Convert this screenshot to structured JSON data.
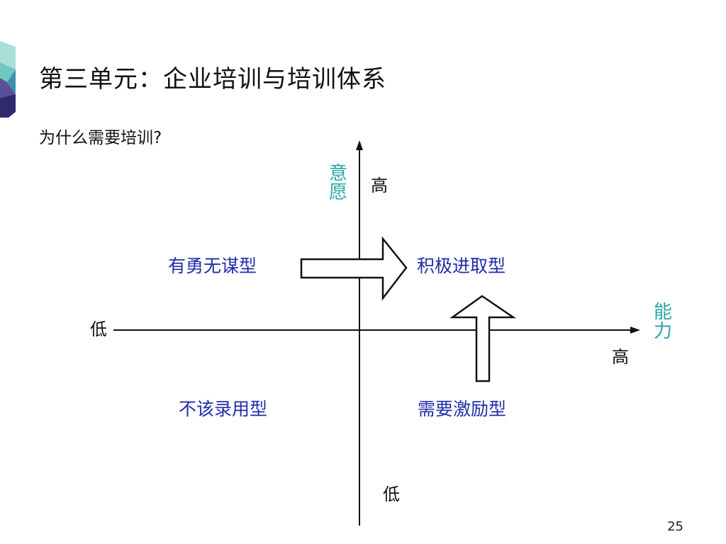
{
  "slide": {
    "title": "第三单元：企业培训与培训体系",
    "subtitle": "为什么需要培训?",
    "page_number": "25"
  },
  "colors": {
    "axis_label": "#2aa5a8",
    "quadrant_text": "#1f2ea8",
    "text": "#111111",
    "logo": [
      "#6fc7c2",
      "#3f8fb0",
      "#5a4f9a",
      "#2e2a6b",
      "#a7e0d9"
    ]
  },
  "diagram": {
    "y_axis": {
      "label": "意愿",
      "high": "高",
      "low": "低"
    },
    "x_axis": {
      "label": "能力",
      "high": "高",
      "low": "低"
    },
    "quadrants": {
      "top_left": "有勇无谋型",
      "top_right": "积极进取型",
      "bottom_left": "不该录用型",
      "bottom_right": "需要激励型"
    },
    "arrows": [
      {
        "from": "top_left",
        "to": "top_right",
        "icon": "right-arrow-icon"
      },
      {
        "from": "bottom_right",
        "to": "top_right",
        "icon": "up-arrow-icon"
      }
    ]
  }
}
